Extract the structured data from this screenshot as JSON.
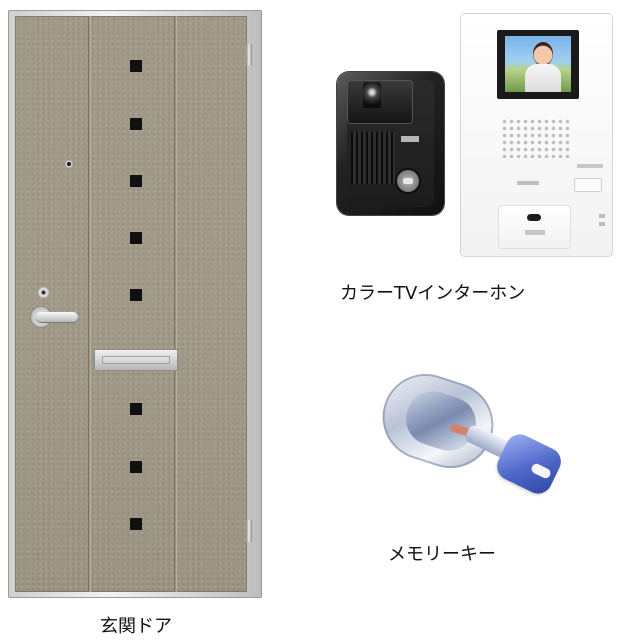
{
  "captions": {
    "intercom": "カラーTVインターホン",
    "memory_key": "メモリーキー",
    "door": "玄関ドア"
  },
  "door": {
    "square_count": 8
  }
}
